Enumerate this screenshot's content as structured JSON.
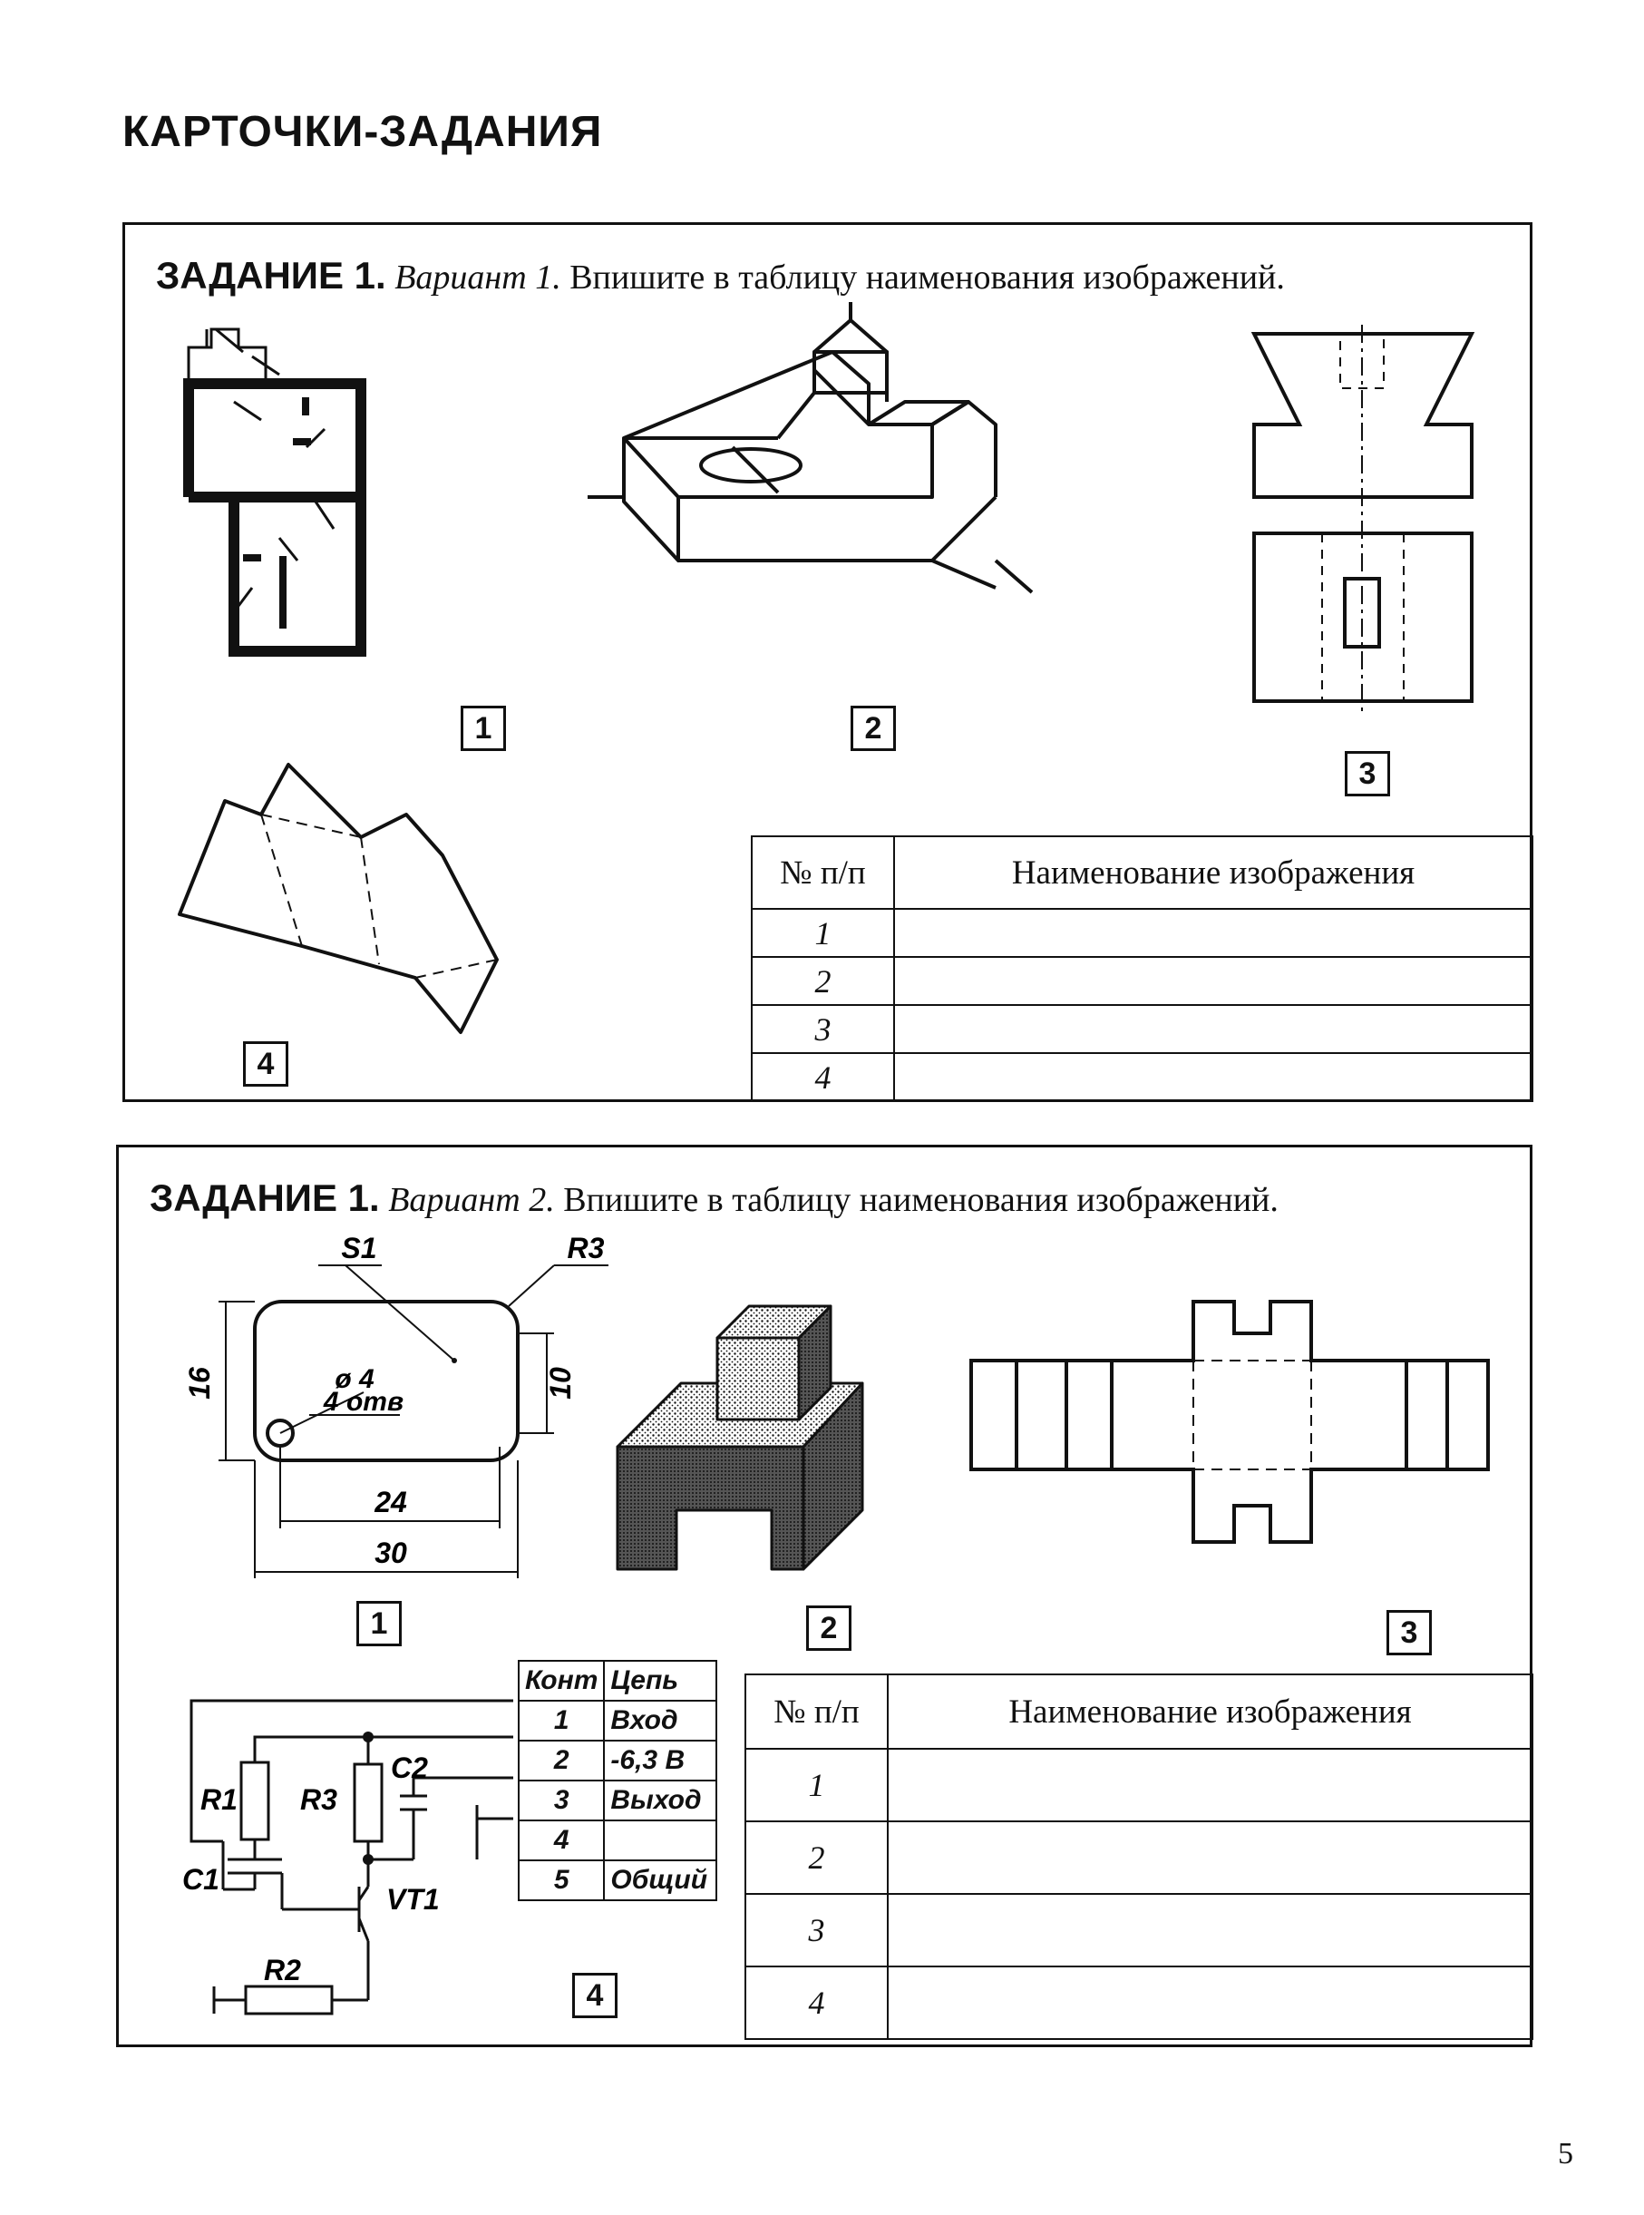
{
  "page": {
    "heading": "КАРТОЧКИ-ЗАДАНИЯ",
    "page_number": "5"
  },
  "card1": {
    "title_bold": "ЗАДАНИЕ 1.",
    "title_variant": "Вариант 1.",
    "title_text": "Впишите в таблицу наименования изображений.",
    "labels": [
      "1",
      "2",
      "3",
      "4"
    ],
    "table": {
      "col1": "№ п/п",
      "col2": "Наименование изображения",
      "rows": [
        "1",
        "2",
        "3",
        "4"
      ]
    }
  },
  "card2": {
    "title_bold": "ЗАДАНИЕ 1.",
    "title_variant": "Вариант 2.",
    "title_text": "Впишите в таблицу наименования изображений.",
    "labels": [
      "1",
      "2",
      "3",
      "4"
    ],
    "drawing": {
      "s1": "S1",
      "r3": "R3",
      "hole_dia": "ø 4",
      "hole_count": "4 отв",
      "dim_16": "16",
      "dim_10": "10",
      "dim_24": "24",
      "dim_30": "30"
    },
    "schematic": {
      "r1": "R1",
      "r2": "R2",
      "r3": "R3",
      "c1": "C1",
      "c2": "C2",
      "vt1": "VT1"
    },
    "pins": {
      "header": [
        "Конт",
        "Цепь"
      ],
      "rows": [
        [
          "1",
          "Вход"
        ],
        [
          "2",
          "-6,3 В"
        ],
        [
          "3",
          "Выход"
        ],
        [
          "4",
          ""
        ],
        [
          "5",
          "Общий"
        ]
      ]
    },
    "table": {
      "col1": "№ п/п",
      "col2": "Наименование изображения",
      "rows": [
        "1",
        "2",
        "3",
        "4"
      ]
    }
  }
}
